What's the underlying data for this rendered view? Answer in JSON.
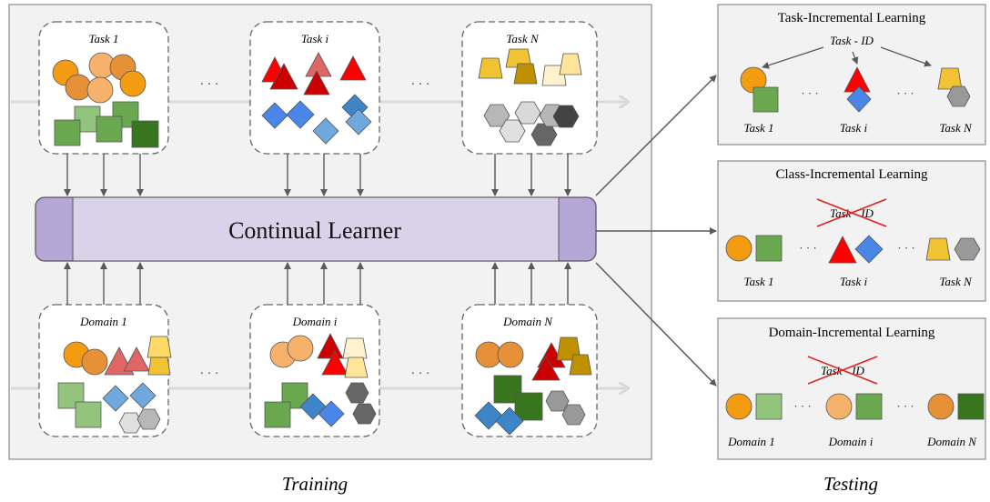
{
  "training": {
    "label": "Training",
    "learner_label": "Continual Learner",
    "top_boxes": [
      {
        "title": "Task 1"
      },
      {
        "title": "Task i"
      },
      {
        "title": "Task N"
      }
    ],
    "bottom_boxes": [
      {
        "title": "Domain 1"
      },
      {
        "title": "Domain i"
      },
      {
        "title": "Domain N"
      }
    ],
    "ellipsis": "· · ·"
  },
  "testing": {
    "label": "Testing",
    "panels": [
      {
        "title": "Task-Incremental Learning",
        "task_id": "Task - ID",
        "task_id_crossed": false,
        "labels": [
          "Task 1",
          "Task i",
          "Task N"
        ]
      },
      {
        "title": "Class-Incremental Learning",
        "task_id": "Task - ID",
        "task_id_crossed": true,
        "labels": [
          "Task 1",
          "Task i",
          "Task N"
        ]
      },
      {
        "title": "Domain-Incremental Learning",
        "task_id": "Task - ID",
        "task_id_crossed": true,
        "labels": [
          "Domain 1",
          "Domain i",
          "Domain N"
        ]
      }
    ],
    "ellipsis": "· · ·"
  },
  "colors": {
    "panel_bg": "#f2f2f2",
    "learner_fill": "#d9d2e9",
    "learner_cap": "#b4a7d6",
    "orange": "#f39c12",
    "light_orange": "#f6b26b",
    "dark_orange": "#e69138",
    "green": "#6aa84f",
    "light_green": "#93c47d",
    "dark_green": "#38761d",
    "red": "#ff0000",
    "dark_red": "#cc0000",
    "pink_red": "#e06666",
    "blue": "#4a86e8",
    "light_blue": "#6fa8dc",
    "dark_blue": "#3d85c6",
    "yellow": "#f1c232",
    "light_yellow": "#ffe599",
    "dark_yellow": "#bf9000",
    "gray": "#cccccc",
    "dark_gray": "#999999",
    "charcoal": "#666666",
    "black": "#434343",
    "cross_red": "#e02020"
  }
}
